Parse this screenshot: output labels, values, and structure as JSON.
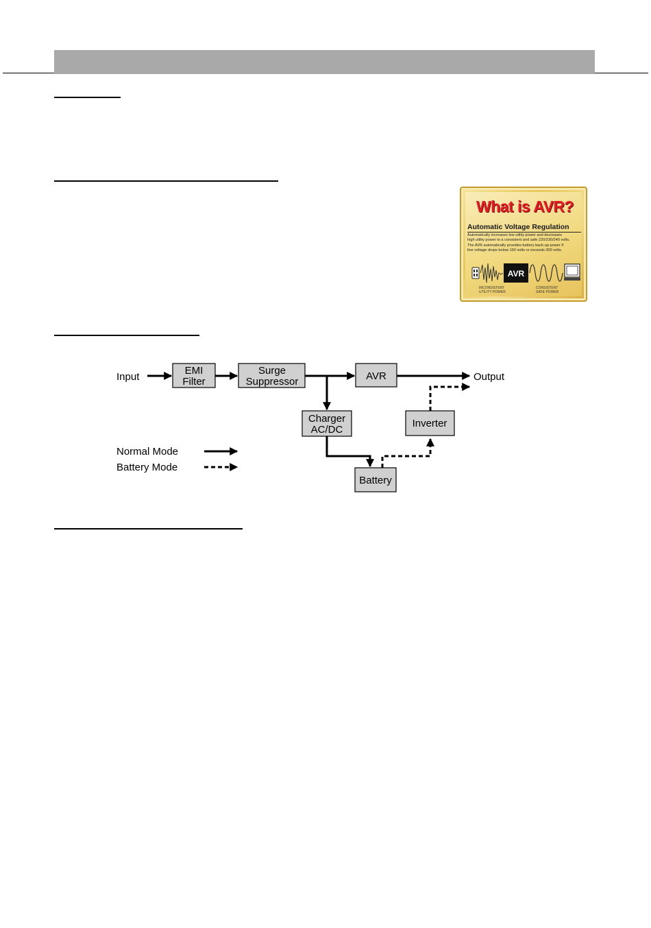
{
  "badge": {
    "title": "What is AVR?",
    "subtitle": "Automatic Voltage Regulation",
    "description_lines": [
      "Automatically increases low utility power and decreases",
      "high utility power to a consistent and safe 220/230/240 volts.",
      "The AVR automatically provides battery back-up power if",
      "line voltage drops below 150 volts or exceeds 300 volts."
    ],
    "center_label": "AVR",
    "caption_left_1": "INCONSISTENT",
    "caption_left_2": "UTILITY POWER",
    "caption_right_1": "CONSISTENT",
    "caption_right_2": "SAFE POWER"
  },
  "diagram": {
    "input_label": "Input",
    "output_label": "Output",
    "emi_filter": [
      "EMI",
      "Filter"
    ],
    "surge_suppressor": [
      "Surge",
      "Suppressor"
    ],
    "avr": "AVR",
    "charger": [
      "Charger",
      "AC/DC"
    ],
    "inverter": "Inverter",
    "battery": "Battery",
    "legend": {
      "normal_mode": "Normal Mode",
      "battery_mode": "Battery Mode"
    }
  }
}
